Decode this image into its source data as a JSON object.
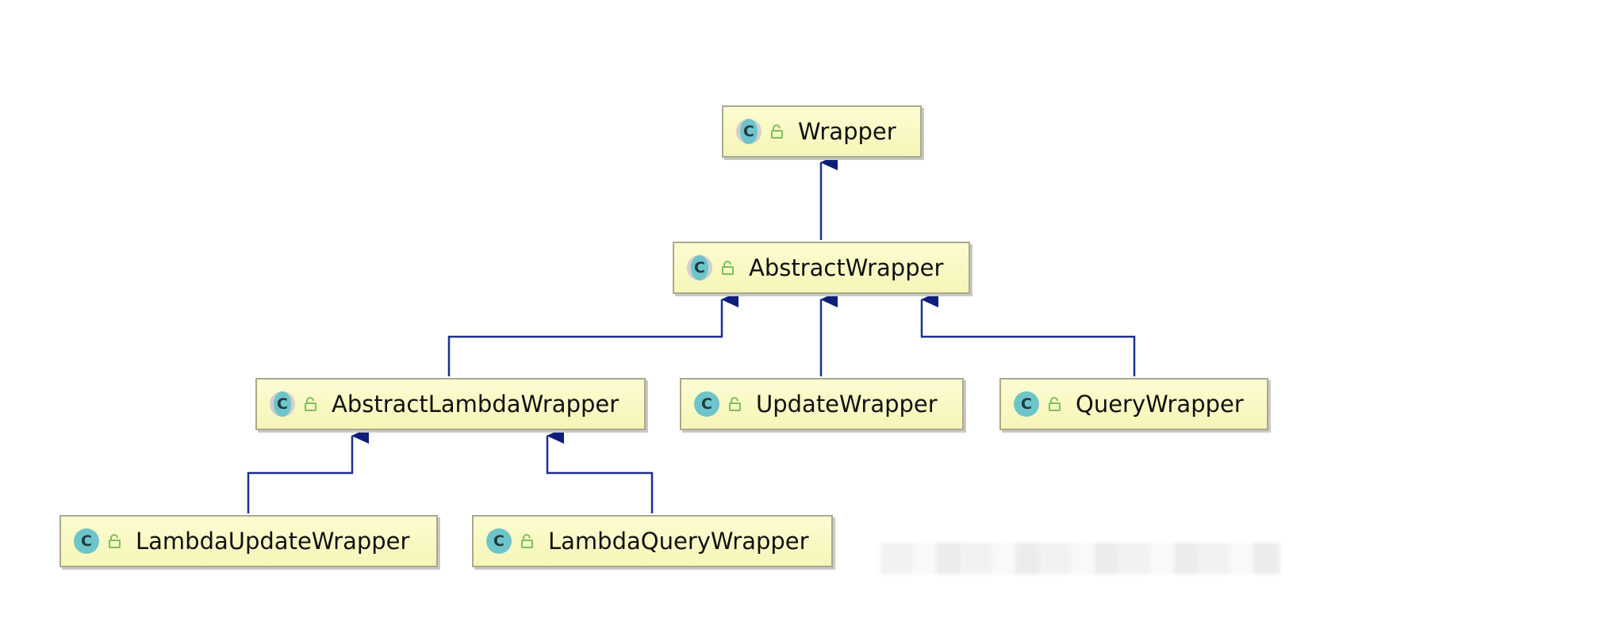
{
  "diagram": {
    "nodes": [
      {
        "id": "wrapper",
        "label": "Wrapper",
        "icon": "abstract-class-icon"
      },
      {
        "id": "abstract-wrapper",
        "label": "AbstractWrapper",
        "icon": "abstract-class-icon"
      },
      {
        "id": "abstract-lambda-wrapper",
        "label": "AbstractLambdaWrapper",
        "icon": "abstract-class-icon"
      },
      {
        "id": "update-wrapper",
        "label": "UpdateWrapper",
        "icon": "class-icon"
      },
      {
        "id": "query-wrapper",
        "label": "QueryWrapper",
        "icon": "class-icon"
      },
      {
        "id": "lambda-update-wrapper",
        "label": "LambdaUpdateWrapper",
        "icon": "class-icon"
      },
      {
        "id": "lambda-query-wrapper",
        "label": "LambdaQueryWrapper",
        "icon": "class-icon"
      }
    ],
    "edges": [
      {
        "from": "abstract-wrapper",
        "to": "wrapper"
      },
      {
        "from": "abstract-lambda-wrapper",
        "to": "abstract-wrapper"
      },
      {
        "from": "update-wrapper",
        "to": "abstract-wrapper"
      },
      {
        "from": "query-wrapper",
        "to": "abstract-wrapper"
      },
      {
        "from": "lambda-update-wrapper",
        "to": "abstract-lambda-wrapper"
      },
      {
        "from": "lambda-query-wrapper",
        "to": "abstract-lambda-wrapper"
      }
    ],
    "colors": {
      "edge": "#1d2f8f",
      "node_fill": "#fbfbc8",
      "node_border": "#a9a98e",
      "class_icon": "#6fc4ca",
      "lock_icon": "#7cbf5a"
    },
    "icon_letter": "C"
  }
}
